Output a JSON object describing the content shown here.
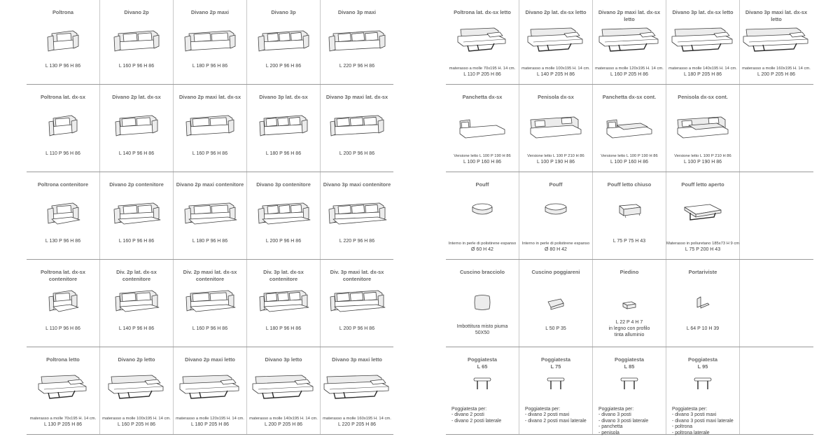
{
  "left_table": [
    [
      {
        "name": "Poltrona",
        "dim": "L 130 P 96 H 86",
        "icon": "armchair-icon",
        "seats": 1,
        "variant": "plain"
      },
      {
        "name": "Divano 2p",
        "dim": "L 160 P 96 H 86",
        "icon": "sofa-icon",
        "seats": 2,
        "variant": "plain"
      },
      {
        "name": "Divano 2p maxi",
        "dim": "L 180 P 96 H 86",
        "icon": "sofa-icon",
        "seats": 2,
        "variant": "plain",
        "wide": true
      },
      {
        "name": "Divano 3p",
        "dim": "L 200 P 96 H 86",
        "icon": "sofa-icon",
        "seats": 3,
        "variant": "plain"
      },
      {
        "name": "Divano 3p maxi",
        "dim": "L 220 P 96 H 86",
        "icon": "sofa-icon",
        "seats": 3,
        "variant": "plain",
        "wide": true
      }
    ],
    [
      {
        "name": "Poltrona lat. dx-sx",
        "dim": "L 110 P 96 H 86",
        "icon": "armchair-side-icon",
        "seats": 1,
        "variant": "side"
      },
      {
        "name": "Divano 2p lat. dx-sx",
        "dim": "L 140 P 96 H 86",
        "icon": "sofa-side-icon",
        "seats": 2,
        "variant": "side"
      },
      {
        "name": "Divano 2p maxi lat. dx-sx",
        "dim": "L 160 P 96 H 86",
        "icon": "sofa-side-icon",
        "seats": 2,
        "variant": "side",
        "wide": true
      },
      {
        "name": "Divano 3p lat. dx-sx",
        "dim": "L 180 P 96 H 86",
        "icon": "sofa-side-icon",
        "seats": 3,
        "variant": "side"
      },
      {
        "name": "Divano 3p maxi lat. dx-sx",
        "dim": "L 200 P 96 H 86",
        "icon": "sofa-side-icon",
        "seats": 3,
        "variant": "side",
        "wide": true
      }
    ],
    [
      {
        "name": "Poltrona contenitore",
        "dim": "L 130 P 96 H 86",
        "icon": "armchair-storage-icon",
        "seats": 1,
        "variant": "storage"
      },
      {
        "name": "Divano 2p contenitore",
        "dim": "L 160 P 96 H 86",
        "icon": "sofa-storage-icon",
        "seats": 2,
        "variant": "storage"
      },
      {
        "name": "Divano 2p maxi contenitore",
        "dim": "L 180 P 96 H 86",
        "icon": "sofa-storage-icon",
        "seats": 2,
        "variant": "storage",
        "wide": true
      },
      {
        "name": "Divano 3p contenitore",
        "dim": "L 200 P 96 H 86",
        "icon": "sofa-storage-icon",
        "seats": 3,
        "variant": "storage"
      },
      {
        "name": "Divano 3p maxi contenitore",
        "dim": "L 220 P 96 H 86",
        "icon": "sofa-storage-icon",
        "seats": 3,
        "variant": "storage",
        "wide": true
      }
    ],
    [
      {
        "name": "Poltrona lat. dx-sx\ncontenitore",
        "dim": "L 110 P 96 H 86",
        "icon": "armchair-side-storage-icon",
        "seats": 1,
        "variant": "sidestorage"
      },
      {
        "name": "Div. 2p lat. dx-sx\ncontenitore",
        "dim": "L 140 P 96 H 86",
        "icon": "sofa-side-storage-icon",
        "seats": 2,
        "variant": "sidestorage"
      },
      {
        "name": "Div. 2p maxi lat. dx-sx\ncontenitore",
        "dim": "L 160 P 96 H 86",
        "icon": "sofa-side-storage-icon",
        "seats": 2,
        "variant": "sidestorage",
        "wide": true
      },
      {
        "name": "Div. 3p lat. dx-sx\ncontenitore",
        "dim": "L 180 P 96 H 86",
        "icon": "sofa-side-storage-icon",
        "seats": 3,
        "variant": "sidestorage"
      },
      {
        "name": "Div. 3p maxi lat. dx-sx\ncontenitore",
        "dim": "L 200 P 96 H 86",
        "icon": "sofa-side-storage-icon",
        "seats": 3,
        "variant": "sidestorage",
        "wide": true
      }
    ],
    [
      {
        "name": "Poltrona letto",
        "note": "materasso a molle 70x195 H. 14 cm.",
        "dim": "L 130 P 205 H 86",
        "icon": "armchair-bed-icon",
        "seats": 1,
        "variant": "bed"
      },
      {
        "name": "Divano 2p letto",
        "note": "materasso a molle 100x195 H. 14 cm.",
        "dim": "L 160 P 205 H 86",
        "icon": "sofa-bed-icon",
        "seats": 2,
        "variant": "bed"
      },
      {
        "name": "Divano 2p maxi letto",
        "note": "materasso a molle 120x195 H. 14 cm.",
        "dim": "L 180 P 205 H 86",
        "icon": "sofa-bed-icon",
        "seats": 2,
        "variant": "bed",
        "wide": true
      },
      {
        "name": "Divano 3p letto",
        "note": "materasso a molle 140x195 H. 14 cm.",
        "dim": "L 200 P 205 H 86",
        "icon": "sofa-bed-icon",
        "seats": 3,
        "variant": "bed"
      },
      {
        "name": "Divano 3p maxi letto",
        "note": "materasso a molle 160x195 H. 14 cm.",
        "dim": "L 220 P 205 H 86",
        "icon": "sofa-bed-icon",
        "seats": 3,
        "variant": "bed",
        "wide": true
      }
    ]
  ],
  "right_table": [
    [
      {
        "name": "Poltrona lat. dx-sx letto",
        "note": "materasso a molle 70x195 H. 14 cm.",
        "dim": "L 110 P 205 H 86",
        "icon": "armchair-side-bed-icon",
        "seats": 1,
        "variant": "bed",
        "side": true
      },
      {
        "name": "Divano 2p lat. dx-sx letto",
        "note": "materasso a molle 100x195 H. 14 cm.",
        "dim": "L 140 P 205 H 86",
        "icon": "sofa-side-bed-icon",
        "seats": 2,
        "variant": "bed",
        "side": true
      },
      {
        "name": "Divano 2p maxi lat. dx-sx letto",
        "note": "materasso a molle 120x195 H. 14 cm.",
        "dim": "L 160 P 205 H 86",
        "icon": "sofa-side-bed-icon",
        "seats": 2,
        "variant": "bed",
        "side": true,
        "wide": true
      },
      {
        "name": "Divano 3p lat. dx-sx letto",
        "note": "materasso a molle 140x195 H. 14 cm.",
        "dim": "L 180 P 205 H 86",
        "icon": "sofa-side-bed-icon",
        "seats": 3,
        "variant": "bed",
        "side": true
      },
      {
        "name": "Divano 3p maxi lat. dx-sx letto",
        "note": "materasso a molle 160x195 H. 14 cm.",
        "dim": "L 200 P 205 H 86",
        "icon": "sofa-side-bed-icon",
        "seats": 3,
        "variant": "bed",
        "side": true,
        "wide": true
      }
    ],
    [
      {
        "name": "Panchetta dx-sx",
        "note": "Versione letto L 100 P 190 H 86",
        "dim": "L 100 P 160 H 86",
        "icon": "chaise-icon",
        "variant": "chaise"
      },
      {
        "name": "Penisola dx-sx",
        "note": "Versione letto L 100 P 210 H 86",
        "dim": "L 100 P 190 H 86",
        "icon": "peninsula-icon",
        "variant": "peninsula"
      },
      {
        "name": "Panchetta dx-sx cont.",
        "note": "Versione letto L 100 P 190 H 86",
        "dim": "L 100 P 160 H 86",
        "icon": "chaise-storage-icon",
        "variant": "chaisestorage"
      },
      {
        "name": "Penisola dx-sx cont.",
        "note": "Versione letto L 100 P 210 H 86",
        "dim": "L 100 P 190 H 86",
        "icon": "peninsula-storage-icon",
        "variant": "peninsulastorage"
      }
    ],
    [
      {
        "name": "Pouff",
        "note": "Interno in perle di polistirene  espanso",
        "dim": "Ø 60  H 42",
        "icon": "pouf-small-icon",
        "variant": "pouf"
      },
      {
        "name": "Pouff",
        "note": "Interno in perle di polistirene  espanso",
        "dim": "Ø 80  H 42",
        "icon": "pouf-large-icon",
        "variant": "pouf",
        "wide": true
      },
      {
        "name": "Pouff letto chiuso",
        "dim": "L 75 P 75 H 43",
        "icon": "pouf-bed-closed-icon",
        "variant": "poufbed"
      },
      {
        "name": "Pouff letto aperto",
        "note": "Materasso in poliuretano 185x73  H 9 cm",
        "dim": "L 75 P 200 H 43",
        "icon": "pouf-bed-open-icon",
        "variant": "poufopen"
      }
    ],
    [
      {
        "name": "Cuscino bracciolo",
        "dim": "Imbottitura misto piuma\n50X50",
        "icon": "cushion-icon",
        "variant": "cushion"
      },
      {
        "name": "Cuscino poggiareni",
        "dim": "L 50 P 35",
        "icon": "back-cushion-icon",
        "variant": "backcushion"
      },
      {
        "name": "Piedino",
        "dim": "L 22 P 4 H 7\nin legno con profilo\ntinta alluminio",
        "icon": "foot-icon",
        "variant": "foot"
      },
      {
        "name": "Portariviste",
        "dim": "L 64 P 10 H 39",
        "icon": "magazine-rack-icon",
        "variant": "rack"
      }
    ],
    [
      {
        "name": "Poggiatesta\nL 65",
        "icon": "headrest-icon",
        "variant": "headrest",
        "list": "Poggiatesta per:\n- divano 2 posti\n- divano 2 posti laterale"
      },
      {
        "name": "Poggiatesta\nL 75",
        "icon": "headrest-icon",
        "variant": "headrest",
        "list": "Poggiatesta per:\n- divano 2 posti maxi\n- divano 2 posti maxi laterale"
      },
      {
        "name": "Poggiatesta\nL 85",
        "icon": "headrest-icon",
        "variant": "headrest",
        "list": "Poggiatesta per:\n- divano 3 posti\n- divano 3 posti laterale\n- panchetta\n- penisola"
      },
      {
        "name": "Poggiatesta\nL 95",
        "icon": "headrest-icon",
        "variant": "headrest",
        "list": "Poggiatesta per:\n- divano 3 posti maxi\n- divano 3 posti maxi laterale\n- poltrona\n- poltrona laterale"
      }
    ]
  ]
}
